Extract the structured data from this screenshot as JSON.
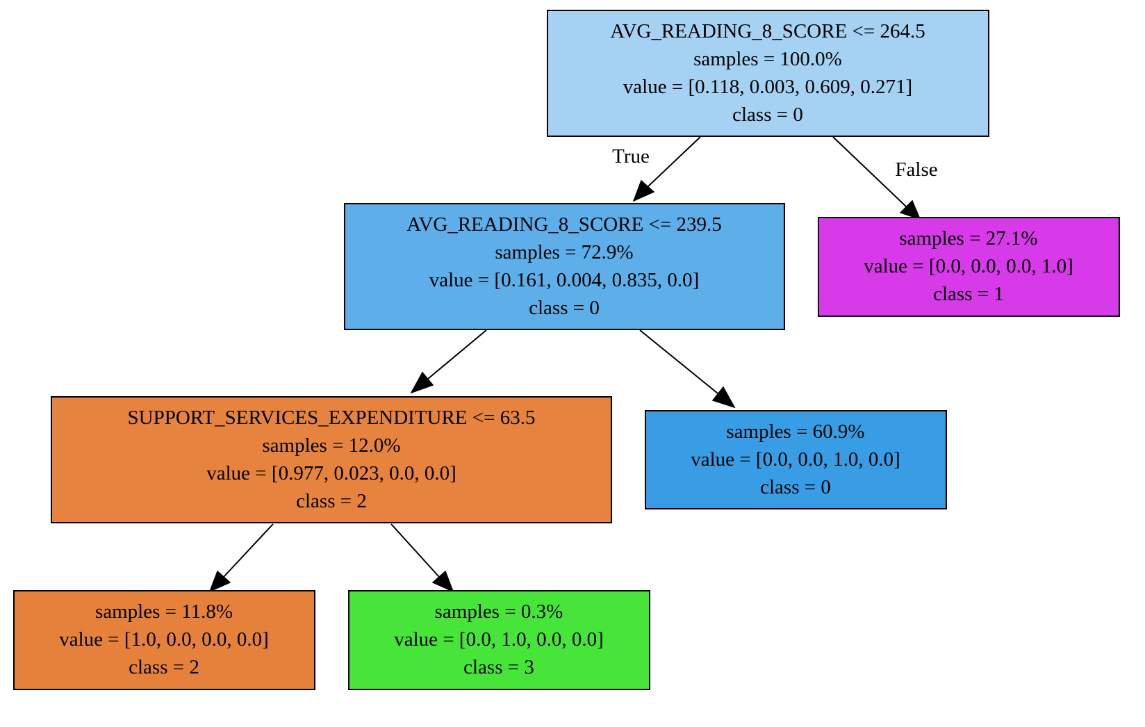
{
  "tree": {
    "nodes": [
      {
        "id": "root",
        "fill": "#a5d2f3",
        "lines": [
          "AVG_READING_8_SCORE <= 264.5",
          "samples = 100.0%",
          "value = [0.118, 0.003, 0.609, 0.271]",
          "class = 0"
        ]
      },
      {
        "id": "n1",
        "fill": "#5eaeea",
        "lines": [
          "AVG_READING_8_SCORE <= 239.5",
          "samples = 72.9%",
          "value = [0.161, 0.004, 0.835, 0.0]",
          "class = 0"
        ]
      },
      {
        "id": "n2",
        "fill": "#d73ae8",
        "lines": [
          "samples = 27.1%",
          "value = [0.0, 0.0, 0.0, 1.0]",
          "class = 1"
        ]
      },
      {
        "id": "n3",
        "fill": "#e6833e",
        "lines": [
          "SUPPORT_SERVICES_EXPENDITURE <= 63.5",
          "samples = 12.0%",
          "value = [0.977, 0.023, 0.0, 0.0]",
          "class = 2"
        ]
      },
      {
        "id": "n4",
        "fill": "#399de5",
        "lines": [
          "samples = 60.9%",
          "value = [0.0, 0.0, 1.0, 0.0]",
          "class = 0"
        ]
      },
      {
        "id": "n5",
        "fill": "#e5813a",
        "lines": [
          "samples = 11.8%",
          "value = [1.0, 0.0, 0.0, 0.0]",
          "class = 2"
        ]
      },
      {
        "id": "n6",
        "fill": "#47e539",
        "lines": [
          "samples = 0.3%",
          "value = [0.0, 1.0, 0.0, 0.0]",
          "class = 3"
        ]
      }
    ],
    "edges": [
      {
        "from": "root",
        "to": "n1",
        "label": "True"
      },
      {
        "from": "root",
        "to": "n2",
        "label": "False"
      },
      {
        "from": "n1",
        "to": "n3",
        "label": ""
      },
      {
        "from": "n1",
        "to": "n4",
        "label": ""
      },
      {
        "from": "n3",
        "to": "n5",
        "label": ""
      },
      {
        "from": "n3",
        "to": "n6",
        "label": ""
      }
    ]
  }
}
